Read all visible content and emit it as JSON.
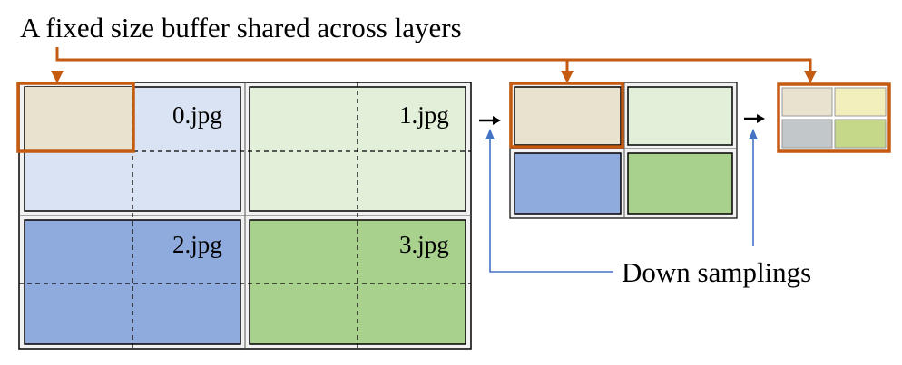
{
  "title": "A fixed size buffer shared across layers",
  "caption": "Down samplings",
  "images": [
    {
      "label": "0.jpg",
      "color": "#dae3f3"
    },
    {
      "label": "1.jpg",
      "color": "#e2f0d9"
    },
    {
      "label": "2.jpg",
      "color": "#8faadc"
    },
    {
      "label": "3.jpg",
      "color": "#a9d18e"
    }
  ],
  "mid_cells": [
    "#e9e2cf",
    "#e2f0d9",
    "#8faadc",
    "#a9d18e"
  ],
  "small_cells": [
    "#e9e2cf",
    "#f2efbd",
    "#c2c7c9",
    "#c5d88a"
  ],
  "colors": {
    "buffer": "#c55a11",
    "down_arrow": "#4472c4",
    "border": "#000000",
    "grid_bg": "#f2f2f2",
    "buffer_fill": "#e9e2cf"
  }
}
